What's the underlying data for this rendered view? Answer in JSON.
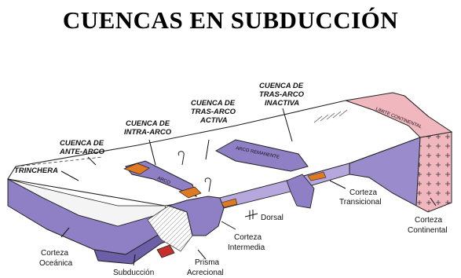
{
  "title": "CUENCAS EN SUBDUCCIÓN",
  "labels": {
    "trinchera": "TRINCHERA",
    "ante_arco": [
      "CUENCA DE",
      "ANTE-ARCO"
    ],
    "intra_arco": [
      "CUENCA DE",
      "INTRA-ARCO"
    ],
    "tras_arco_activa": [
      "CUENCA DE",
      "TRAS-ARCO",
      "ACTIVA"
    ],
    "tras_arco_inactiva": [
      "CUENCA DE",
      "TRAS-ARCO",
      "INACTIVA"
    ],
    "arco": "ARCO",
    "arco_remanente": "ARCO REMANENTE",
    "limite_continental": "LIMITE CONTINENTAL",
    "dorsal": "Dorsal",
    "corteza_transicional": [
      "Corteza",
      "Transicional"
    ],
    "corteza_continental": [
      "Corteza",
      "Continental"
    ],
    "corteza_intermedia": [
      "Corteza",
      "Intermedia"
    ],
    "corteza_oceanica": [
      "Corteza",
      "Oceánica"
    ],
    "subduccion": "Subducción",
    "prisma_acrecional": [
      "Prisma",
      "Acrecional"
    ]
  },
  "colors": {
    "crust_purple": "#8f7fc4",
    "crust_light": "#b6a8dd",
    "sediment_orange": "#e07a22",
    "continental_pink": "#f1b7bf",
    "slab_red": "#c6302c"
  }
}
